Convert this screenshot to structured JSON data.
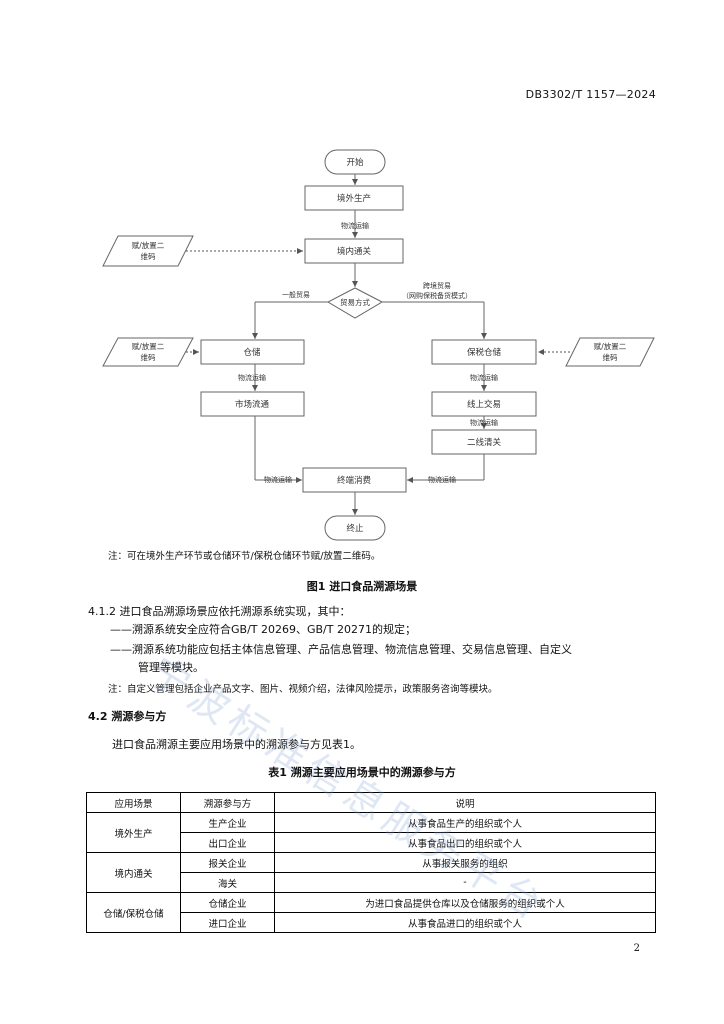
{
  "header": {
    "code": "DB3302/T 1157—2024"
  },
  "flowchart": {
    "start": "开始",
    "overseas_production": "境外生产",
    "edge_logistics_1": "物流运输",
    "customs_clearance": "境内通关",
    "trade_mode": "贸易方式",
    "edge_general_trade": "一般贸易",
    "edge_cross_border": "跨境贸易",
    "edge_cross_border_sub": "（网购保税备货模式）",
    "warehouse": "仓储",
    "bonded_warehouse": "保税仓储",
    "edge_logistics_2": "物流运输",
    "edge_logistics_3": "物流运输",
    "market_circulation": "市场流通",
    "online_trade": "线上交易",
    "edge_logistics_4": "物流运输",
    "second_clearance": "二线清关",
    "edge_logistics_5": "物流运输",
    "edge_logistics_6": "物流运输",
    "final_consumption": "终端消费",
    "end": "终止",
    "qr_top_line1": "赋/放置二",
    "qr_top_line2": "维码",
    "qr_left_line1": "赋/放置二",
    "qr_left_line2": "维码",
    "qr_right_line1": "赋/放置二",
    "qr_right_line2": "维码"
  },
  "figure_note": "注：可在境外生产环节或仓储环节/保税仓储环节赋/放置二维码。",
  "figure_title": "图1   进口食品溯源场景",
  "clause_4_1_2": {
    "heading": "4.1.2  进口食品溯源场景应依托溯源系统实现，其中：",
    "item1": "——溯源系统安全应符合GB/T 20269、GB/T 20271的规定；",
    "item2_line1": "——溯源系统功能应包括主体信息管理、产品信息管理、物流信息管理、交易信息管理、自定义",
    "item2_line2": "管理等模块。",
    "note": "注：自定义管理包括企业产品文字、图片、视频介绍，法律风险提示，政策服务咨询等模块。"
  },
  "section_4_2": {
    "heading": "4.2   溯源参与方",
    "paragraph": "进口食品溯源主要应用场景中的溯源参与方见表1。"
  },
  "table": {
    "title": "表1   溯源主要应用场景中的溯源参与方",
    "headers": [
      "应用场景",
      "溯源参与方",
      "说明"
    ],
    "groups": [
      {
        "scene": "境外生产",
        "rows": [
          {
            "party": "生产企业",
            "desc": "从事食品生产的组织或个人"
          },
          {
            "party": "出口企业",
            "desc": "从事食品出口的组织或个人"
          }
        ]
      },
      {
        "scene": "境内通关",
        "rows": [
          {
            "party": "报关企业",
            "desc": "从事报关服务的组织"
          },
          {
            "party": "海关",
            "desc": "-"
          }
        ]
      },
      {
        "scene": "仓储/保税仓储",
        "rows": [
          {
            "party": "仓储企业",
            "desc": "为进口食品提供仓库以及仓储服务的组织或个人"
          },
          {
            "party": "进口企业",
            "desc": "从事食品进口的组织或个人"
          }
        ]
      }
    ]
  },
  "watermark": "宁波标准信息服务平台",
  "page_number": "2"
}
